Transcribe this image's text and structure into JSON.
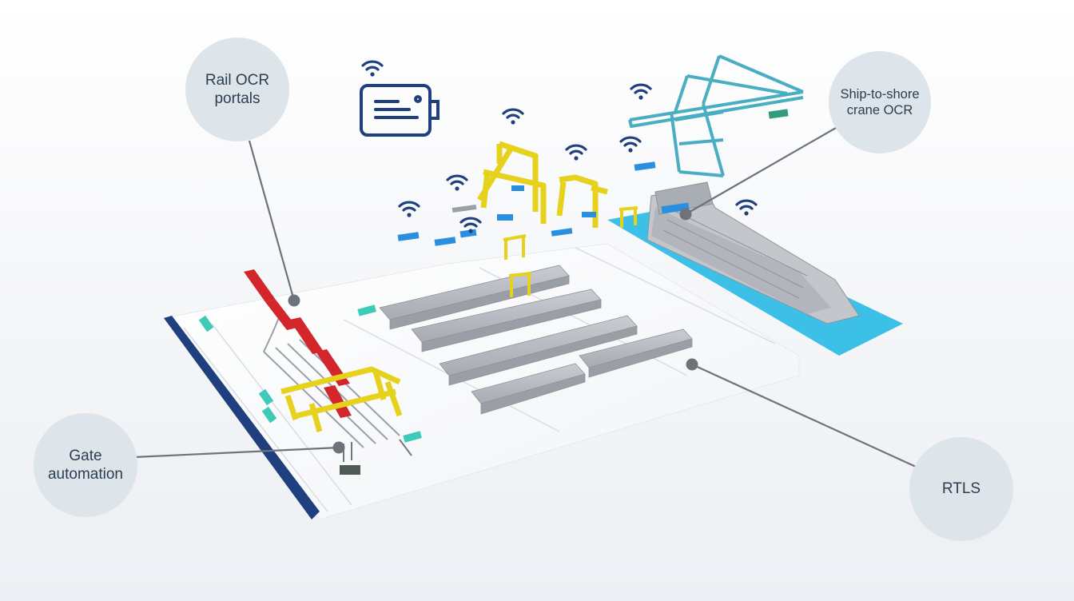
{
  "labels": {
    "rail_ocr": "Rail OCR portals",
    "ship_to_shore": "Ship-to-shore crane OCR",
    "gate": "Gate automation",
    "rtls": "RTLS"
  },
  "colors": {
    "bubble": "#dde4ea",
    "navy": "#1f3f7f",
    "crane_blue": "#4aaec2",
    "gantry_yellow": "#e6d21c",
    "rail_red": "#d3262a",
    "water": "#3cc0e8",
    "truck_blue": "#2b8fe0",
    "teal": "#3ecab8"
  },
  "icons": [
    "wifi-icon",
    "tablet-icon",
    "container-stack",
    "gantry-crane",
    "ship-to-shore-crane",
    "container-ship",
    "truck"
  ]
}
